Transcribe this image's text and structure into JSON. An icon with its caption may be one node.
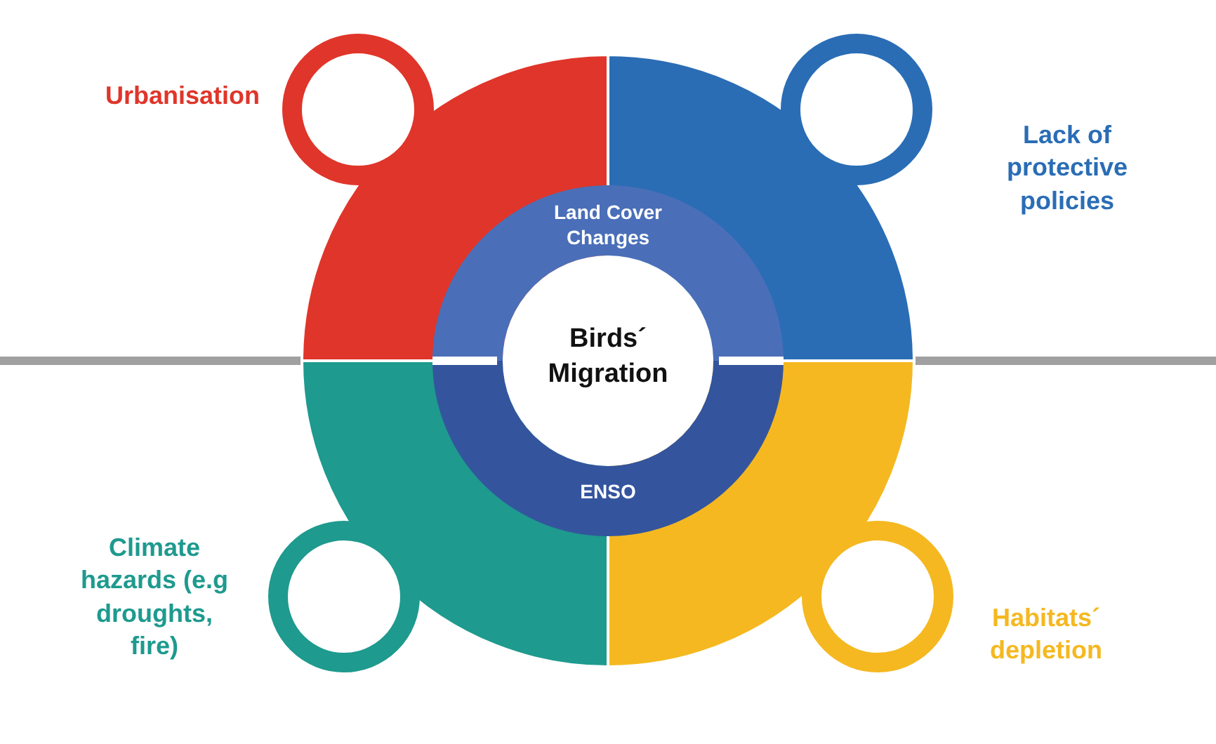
{
  "diagram": {
    "nodes": [
      {
        "text": [],
        "shape": "sector",
        "beside": [
          "Urbanisation"
        ]
      },
      {
        "text": [],
        "shape": "sector",
        "beside": [
          "Lack of protective policies"
        ]
      },
      {
        "text": [
          "Land Cover Changes"
        ]
      },
      {
        "text": [
          "Birds´ Migration"
        ]
      },
      {
        "text": [
          "ENSO"
        ]
      },
      {
        "text": [],
        "shape": "sector",
        "beside": [
          "Climate hazards (e.g droughts, fire)"
        ]
      },
      {
        "text": [],
        "shape": "sector",
        "beside": [
          "Habitats´ depletion"
        ]
      },
      {
        "text": [],
        "shape": "circle"
      },
      {
        "text": [],
        "shape": "circle"
      },
      {
        "text": [],
        "shape": "circle"
      },
      {
        "text": [],
        "shape": "circle"
      }
    ]
  }
}
